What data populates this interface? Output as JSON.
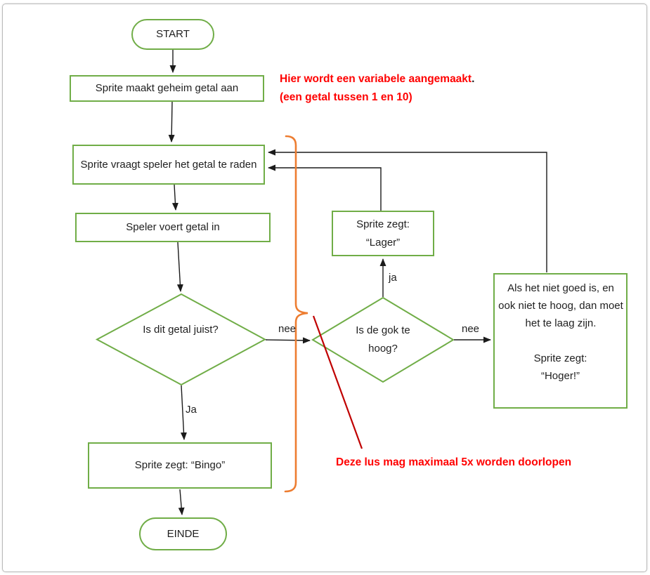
{
  "colors": {
    "shape_border_green": "#70AD47",
    "loop_brace_orange": "#ED7D31",
    "annotation_red": "#FF0000",
    "callout_line_dark_red": "#C00000",
    "connector_black": "#1b1b1b"
  },
  "nodes": {
    "start": "START",
    "create_secret": "Sprite maakt geheim getal aan",
    "ask_guess": "Sprite vraagt speler het getal te raden",
    "enter_number": "Speler voert getal in",
    "decision_correct": "Is dit getal juist?",
    "decision_too_high": "Is de gok te hoog?",
    "say_lager_line1": "Sprite zegt:",
    "say_lager_line2": "“Lager”",
    "say_hoger_para1": "Als het niet goed is, en ook niet te hoog, dan moet het te laag zijn.",
    "say_hoger_line1": "Sprite zegt:",
    "say_hoger_line2": "“Hoger!”",
    "say_bingo": "Sprite zegt: “Bingo”",
    "einde": "EINDE"
  },
  "edge_labels": {
    "nee_first": "nee",
    "ja_first": "Ja",
    "ja_second": "ja",
    "nee_second": "nee"
  },
  "annotations": {
    "variable_line1": "Hier wordt een variabele aangemaakt",
    "variable_line1_period": ".",
    "variable_line2": "(een getal tussen 1 en 10)",
    "loop": "Deze lus mag maximaal 5x worden doorlopen"
  }
}
